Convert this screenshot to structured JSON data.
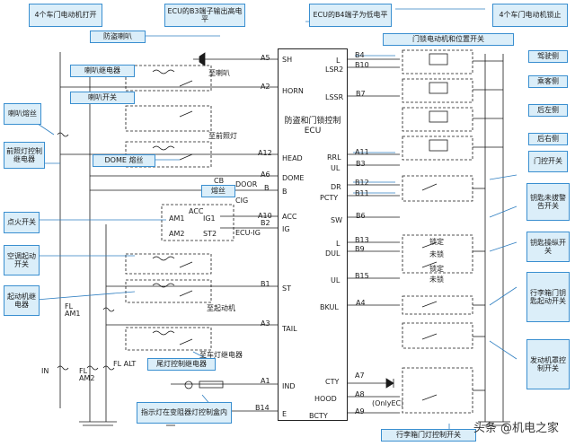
{
  "top_boxes": [
    "4个车门电动机打开",
    "ECU的B3端子输出高电平",
    "ECU的B4端子为低电平",
    "4个车门电动机锁止"
  ],
  "left_boxes": {
    "horn_relay": "喇叭继电器",
    "horn_switch": "喇叭开关",
    "horn_fuse": "喇叭熔丝",
    "headlight_relay": "前照灯控制继电器",
    "dome_fuse": "DOME 熔丝",
    "ignition_switch": "点火开关",
    "ac_relay": "空调起动开关",
    "starter_relay": "起动机继电器",
    "taillight_relay": "尾灯控制继电器",
    "indicator": "指示灯在变阻器灯控制盒内",
    "theft_horn": "防盗喇叭",
    "fuse": "熔丝"
  },
  "right_boxes": {
    "motor_group": "门锁电动机和位置开关",
    "driver": "驾驶侧",
    "passenger": "乘客侧",
    "rear_left": "后左侧",
    "rear_right": "后右侧",
    "door_switch": "门控开关",
    "key_warn": "钥匙未拔警告开关",
    "key_cyl": "钥匙操纵开关",
    "trunk_key": "行李箱门钥匙起动开关",
    "hood": "发动机罩控制开关",
    "trunk_light": "行李箱门灯控制开关"
  },
  "ecu_title": "防盗和门锁控制ECU",
  "ecu_left_pins": [
    {
      "pin": "A5",
      "sig": "SH"
    },
    {
      "pin": "A2",
      "sig": "HORN"
    },
    {
      "pin": "A12",
      "sig": "HEAD"
    },
    {
      "pin": "A6",
      "sig": "DOME"
    },
    {
      "pin": "B",
      "sig": "B"
    },
    {
      "pin": "A10",
      "sig": "ACC"
    },
    {
      "pin": "B2",
      "sig": "IG"
    },
    {
      "pin": "B1",
      "sig": "ST"
    },
    {
      "pin": "A3",
      "sig": "TAIL"
    },
    {
      "pin": "A1",
      "sig": "IND"
    },
    {
      "pin": "B14",
      "sig": "E"
    }
  ],
  "ecu_right_pins": [
    {
      "pin": "B4",
      "sig": "L"
    },
    {
      "pin": "B10",
      "sig": "LSR2"
    },
    {
      "pin": "B7",
      "sig": "LSSR"
    },
    {
      "pin": "A11",
      "sig": "RRL"
    },
    {
      "pin": "B3",
      "sig": "UL"
    },
    {
      "pin": "B12",
      "sig": "DR"
    },
    {
      "pin": "B11",
      "sig": "PCTY"
    },
    {
      "pin": "B6",
      "sig": "SW"
    },
    {
      "pin": "B13",
      "sig": "L"
    },
    {
      "pin": "B9",
      "sig": "DUL"
    },
    {
      "pin": "B15",
      "sig": "UL"
    },
    {
      "pin": "A4",
      "sig": "BKUL"
    },
    {
      "pin": "A7",
      "sig": "CTY"
    },
    {
      "pin": "A8",
      "sig": "HOOD"
    },
    {
      "pin": "A9",
      "sig": "BCTY"
    }
  ],
  "misc": {
    "to_horn": "至喇叭",
    "to_front_fog": "至前照灯",
    "to_starter": "至起动机",
    "to_dimmer": "至车灯继电器",
    "door_cb": "CB",
    "door_label": "DOOR",
    "cig": "CIG",
    "ig1": "IG1",
    "ig2": "ECU-IG",
    "acc": "ACC",
    "am1": "AM1",
    "am2": "AM2",
    "st2": "ST2",
    "fl_am1": "FL AM1",
    "fl_am2": "FL AM2",
    "fl_alt": "FL ALT",
    "in_label": "IN",
    "lock": "锁定",
    "unlock": "未锁",
    "only_ec": "(OnlyEC)",
    "watermark": "头条 @机电之家"
  }
}
